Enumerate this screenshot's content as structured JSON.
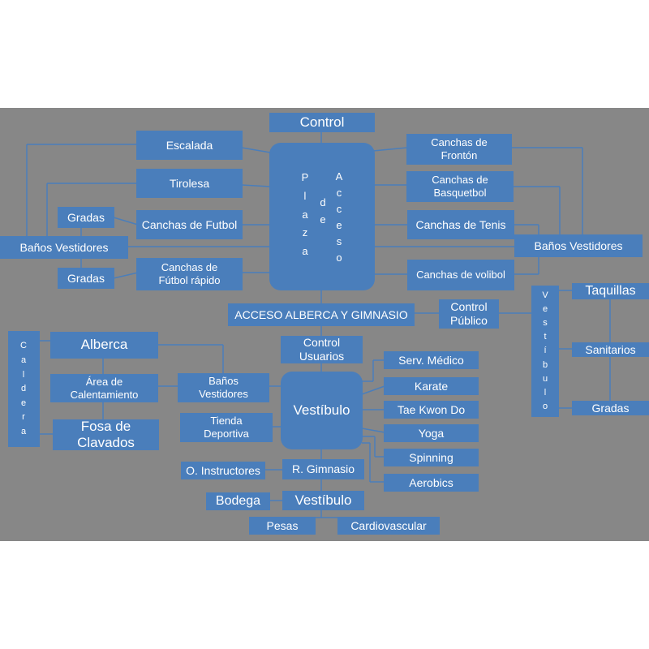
{
  "colors": {
    "background": "#878787",
    "node": "#4a7ebb",
    "text": "#ffffff"
  },
  "nodes": {
    "control": "Control",
    "escalada": "Escalada",
    "tirolesa": "Tirolesa",
    "gradas_top": "Gradas",
    "canchas_futbol": "Canchas de Futbol",
    "banos_vestidores_left": "Baños Vestidores",
    "gradas_bottom": "Gradas",
    "canchas_futbol_rapido": "Canchas de Fútbol rápido",
    "plaza_de_acceso": [
      "Plaza",
      "de",
      "Acceso"
    ],
    "canchas_fronton": "Canchas de Frontón",
    "canchas_basquetbol": "Canchas de Basquetbol",
    "canchas_tenis": "Canchas de Tenis",
    "banos_vestidores_right": "Baños Vestidores",
    "canchas_volibol": "Canchas de volibol",
    "acceso_alberca": "ACCESO ALBERCA Y GIMNASIO",
    "control_publico": "Control Público",
    "vestibulo_vertical": "Vestíbulo",
    "taquillas": "Taquillas",
    "sanitarios": "Sanitarios",
    "gradas_right": "Gradas",
    "caldera": "Caldera",
    "alberca": "Alberca",
    "area_calentamiento": "Área de Calentamiento",
    "fosa_clavados": "Fosa de Clavados",
    "banos_vestidores_mid": "Baños Vestidores",
    "control_usuarios": "Control Usuarios",
    "tienda_deportiva": "Tienda Deportiva",
    "vestibulo_main": "Vestíbulo",
    "serv_medico": "Serv. Médico",
    "karate": "Karate",
    "tae_kwon_do": "Tae Kwon Do",
    "yoga": "Yoga",
    "spinning": "Spinning",
    "aerobics": "Aerobics",
    "o_instructores": "O. Instructores",
    "r_gimnasio": "R.  Gimnasio",
    "bodega": "Bodega",
    "vestibulo_bottom": "Vestíbulo",
    "pesas": "Pesas",
    "cardiovascular": "Cardiovascular"
  }
}
